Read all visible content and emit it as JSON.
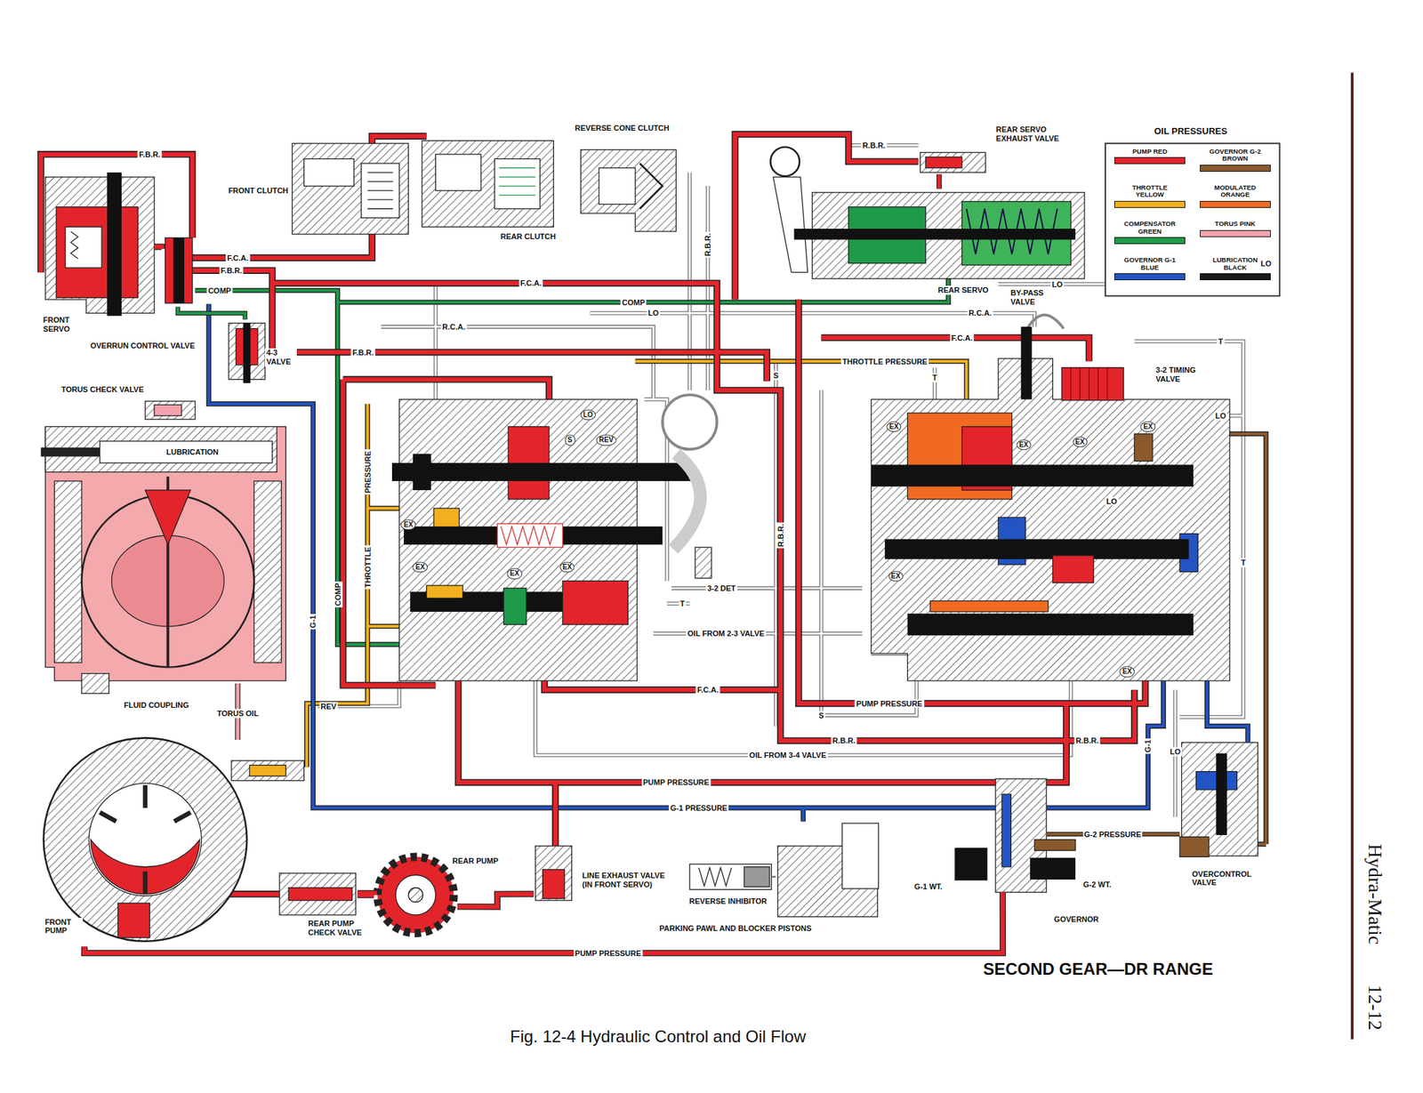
{
  "diagram": {
    "title": "SECOND GEAR—DR RANGE",
    "caption": "Fig. 12-4 Hydraulic Control and Oil Flow",
    "nodes": [
      {
        "text": [
          "FRONT SERVO"
        ]
      },
      {
        "text": [
          "OVERRUN CONTROL VALVE"
        ]
      },
      {
        "text": [
          "4-3 VALVE"
        ]
      },
      {
        "text": [
          "TORUS CHECK VALVE"
        ]
      },
      {
        "text": [
          "FLUID COUPLING"
        ]
      },
      {
        "text": [
          "FRONT CLUTCH"
        ]
      },
      {
        "text": [
          "REAR CLUTCH"
        ]
      },
      {
        "text": [
          "REVERSE CONE CLUTCH"
        ]
      },
      {
        "text": [
          "REAR SERVO EXHAUST VALVE"
        ]
      },
      {
        "text": [
          "REAR SERVO"
        ]
      },
      {
        "text": [
          "BY-PASS VALVE"
        ]
      },
      {
        "text": [
          "3-2 TIMING VALVE"
        ]
      },
      {
        "text": [
          "FRONT PUMP"
        ]
      },
      {
        "text": [
          "REAR PUMP CHECK VALVE"
        ]
      },
      {
        "text": [
          "REAR PUMP"
        ]
      },
      {
        "text": [
          "LINE EXHAUST VALVE (IN FRONT SERVO)"
        ]
      },
      {
        "text": [
          "REVERSE INHIBITOR"
        ]
      },
      {
        "text": [
          "PARKING PAWL AND BLOCKER PISTONS"
        ]
      },
      {
        "text": [
          "G-1 WT."
        ]
      },
      {
        "text": [
          "G-2 WT."
        ]
      },
      {
        "text": [
          "GOVERNOR"
        ]
      },
      {
        "text": [
          "OVERCONTROL VALVE"
        ]
      }
    ],
    "edges": [
      {
        "from": 0,
        "to": 1,
        "arrow": "none"
      },
      {
        "from": 1,
        "to": 2,
        "arrow": "none"
      },
      {
        "from": 12,
        "to": 4,
        "label": "TORUS OIL",
        "arrow": "none"
      },
      {
        "from": 13,
        "to": 14,
        "arrow": "none"
      },
      {
        "from": 12,
        "to": 20,
        "label": "PUMP PRESSURE",
        "arrow": "none"
      },
      {
        "from": 20,
        "to": 21,
        "label": "G-2 PRESSURE",
        "arrow": "none"
      },
      {
        "from": 8,
        "to": 9,
        "arrow": "none"
      },
      {
        "from": 16,
        "to": 17,
        "arrow": "none"
      },
      {
        "from": 14,
        "to": 15,
        "arrow": "none"
      }
    ],
    "labels": [
      "F.B.R.",
      "F.C.A.",
      "F.B.R.",
      "COMP",
      "F.C.A.",
      "COMP",
      "LO",
      "R.C.A.",
      "F.B.R.",
      "R.C.A.",
      "F.C.A.",
      "LO",
      "THROTTLE PRESSURE",
      "S",
      "T",
      "T",
      "LO",
      "LO",
      "PRESSURE",
      "THROTTLE",
      "COMP",
      "G-1",
      "LO",
      "S",
      "REV",
      "3-2 DET",
      "T",
      "OIL FROM 2-3 VALVE",
      "F.C.A.",
      "REV",
      "PUMP PRESSURE",
      "S",
      "R.B.R.",
      "R.B.R.",
      "OIL FROM 3-4 VALVE",
      "PUMP PRESSURE",
      "G-1 PRESSURE",
      "LUBRICATION",
      "R.B.R.",
      "R.B.R.",
      "R.B.R.",
      "G-1",
      "LO",
      "T",
      "LO",
      "EX",
      "EX",
      "EX",
      "EX",
      "EX",
      "EX",
      "EX",
      "EX",
      "EX",
      "EX",
      "OIL PRESSURES",
      "Hydra-Matic",
      "12-12"
    ],
    "legend": [
      {
        "text": "PUMP RED",
        "color": "#e3242b"
      },
      {
        "text": "GOVERNOR G-2 BROWN",
        "color": "#8a5a2e"
      },
      {
        "text": "THROTTLE YELLOW",
        "color": "#f2b01e"
      },
      {
        "text": "MODULATED ORANGE",
        "color": "#f26a21"
      },
      {
        "text": "COMPENSATOR GREEN",
        "color": "#1f9a48"
      },
      {
        "text": "TORUS PINK",
        "color": "#f3a3ad"
      },
      {
        "text": "GOVERNOR G-1 BLUE",
        "color": "#2354c4"
      },
      {
        "text": "LUBRICATION BLACK",
        "color": "#1a1a1a"
      }
    ]
  }
}
